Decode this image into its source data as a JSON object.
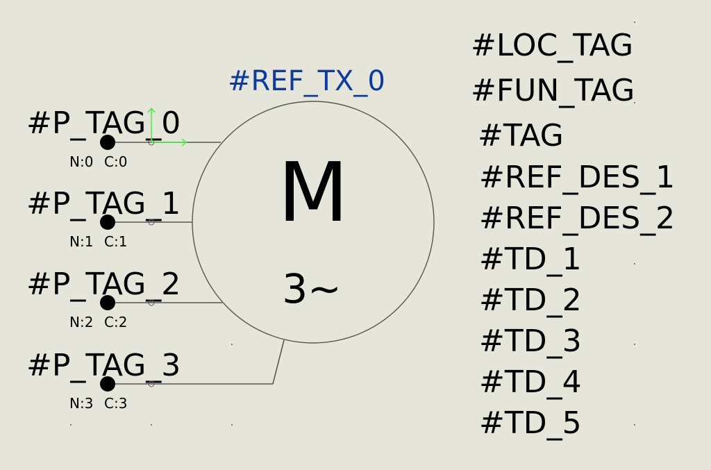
{
  "symbol": {
    "ref_text": "#REF_TX_0",
    "motor_letter": "M",
    "motor_phase": "3~",
    "pins": [
      {
        "tag": "#P_TAG_0",
        "n": "N:0",
        "c": "C:0"
      },
      {
        "tag": "#P_TAG_1",
        "n": "N:1",
        "c": "C:1"
      },
      {
        "tag": "#P_TAG_2",
        "n": "N:2",
        "c": "C:2"
      },
      {
        "tag": "#P_TAG_3",
        "n": "N:3",
        "c": "C:3"
      }
    ]
  },
  "attributes": [
    "#LOC_TAG",
    "#FUN_TAG",
    "#TAG",
    "#REF_DES_1",
    "#REF_DES_2",
    "#TD_1",
    "#TD_2",
    "#TD_3",
    "#TD_4",
    "#TD_5"
  ],
  "colors": {
    "background": "#e5e5da",
    "ref_text": "#0a3aa8",
    "origin_axes": "#44ee44"
  }
}
